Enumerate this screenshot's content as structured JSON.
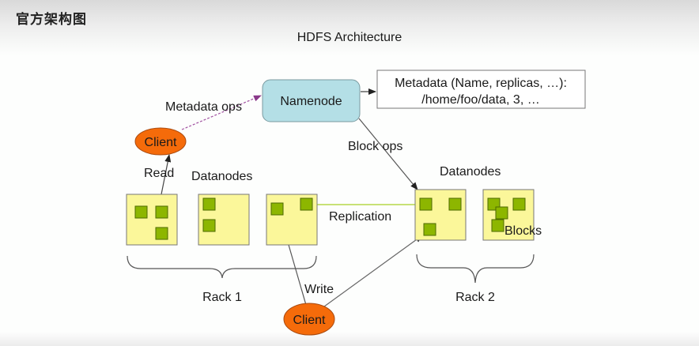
{
  "page": {
    "heading": "官方架构图",
    "diagram_title": "HDFS Architecture"
  },
  "namenode": {
    "label": "Namenode"
  },
  "metadata_box": {
    "line1": "Metadata (Name, replicas, …):",
    "line2": "/home/foo/data, 3, …"
  },
  "edges": {
    "metadata_ops": "Metadata ops",
    "block_ops": "Block ops",
    "read": "Read",
    "write": "Write",
    "replication": "Replication"
  },
  "clients": {
    "top": "Client",
    "bottom": "Client"
  },
  "datanodes": {
    "left_label": "Datanodes",
    "right_label": "Datanodes"
  },
  "blocks_label": "Blocks",
  "racks": {
    "rack1": "Rack 1",
    "rack2": "Rack 2"
  },
  "colors": {
    "namenode_fill": "#b4dfe6",
    "client_fill": "#f56b0a",
    "datanode_fill": "#fbf79a",
    "block_fill": "#8db600",
    "replication_line": "#b6d94a",
    "metadata_ops_line": "#a050a0"
  }
}
